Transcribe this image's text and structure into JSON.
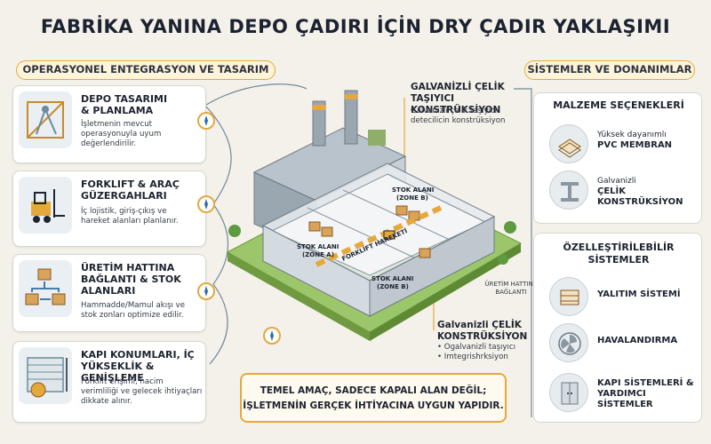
{
  "title": "FABRİKA YANINA DEPO ÇADIRI İÇİN DRY ÇADIR YAKLAŞIMI",
  "left_section": {
    "label": "OPERASYONEL ENTEGRASYON VE TASARIM",
    "cards": [
      {
        "head": "DEPO TASARIMI\n& PLANLAMA",
        "body": "İşletmenin mevcut\noperasyonuyla uyum\ndeğerlendirilir.",
        "icon": "drafting-tools-icon"
      },
      {
        "head": "FORKLIFT & ARAÇ\nGÜZERGAHLARI",
        "body": "İç lojistik, giriş-çıkış ve\nhareket alanları planlanır.",
        "icon": "forklift-icon"
      },
      {
        "head": "ÜRETİM HATTINA\nBAĞLANTI & STOK\nALANLARI",
        "body": "Hammadde/Mamul akışı ve\nstok zonları optimize edilir.",
        "icon": "boxes-flow-icon"
      },
      {
        "head": "KAPI KONUMLARI, İÇ\nYÜKSEKLİK & GENİŞLEME",
        "body": "Forklift erişimi, hacim\nverimliliği ve gelecek ihtiyaçları\ndikkate alınır.",
        "icon": "door-measure-icon"
      }
    ]
  },
  "right_section": {
    "label": "SİSTEMLER VE DONANIMLAR",
    "materials_head": "MALZEME SEÇENEKLERİ",
    "materials": [
      {
        "sub": "Yüksek dayanımlı",
        "main": "PVC MEMBRAN",
        "icon": "pvc-membrane-icon"
      },
      {
        "sub": "Galvanizli",
        "main": "ÇELİK\nKONSTRÜKSİYON",
        "icon": "steel-beam-icon"
      }
    ],
    "custom_head": "ÖZELLEŞTİRİLEBİLİR\nSİSTEMLER",
    "custom": [
      {
        "main": "YALITIM SİSTEMİ",
        "icon": "insulation-icon"
      },
      {
        "main": "HAVALANDIRMA",
        "icon": "fan-icon"
      },
      {
        "main": "KAPI SİSTEMLERİ &\nYARDIMCI SİSTEMLER",
        "icon": "door-icon"
      }
    ]
  },
  "callouts": {
    "top_title": "GALVANİZLİ ÇELİK\nTAŞIYICI KONSTRÜKSİYON",
    "top_sub": "Galvanizli çelik taşıyıcı\ndetecilicin konstrüksiyon",
    "bottom_title": "Galvanizli ÇELİK\nKONSTRÜKSİYON",
    "bottom_sub": "• Ogalvanizli taşıyıcı\n• Imtegrishrksiyon",
    "production_link": "ÜRETİM HATTINA\nBAĞLANTI"
  },
  "scene_labels": {
    "zone_b_top": "STOK ALANI\n(ZONE B)",
    "zone_a": "STOK ALANI\n(ZONE A)",
    "zone_b_bottom": "STOK ALANI\n(ZONE B)",
    "forklift_path": "FORKLİFT HAREKETİ"
  },
  "bottom_note": "TEMEL AMAÇ, SADECE KAPALI ALAN DEĞİL;\nİŞLETMENİN GERÇEK İHTİYACINA UYGUN YAPIDIR.",
  "colors": {
    "accent": "#e6a83a",
    "navy": "#1d2430",
    "roof": "#cfd6dc",
    "ground": "#8fbf5a"
  }
}
